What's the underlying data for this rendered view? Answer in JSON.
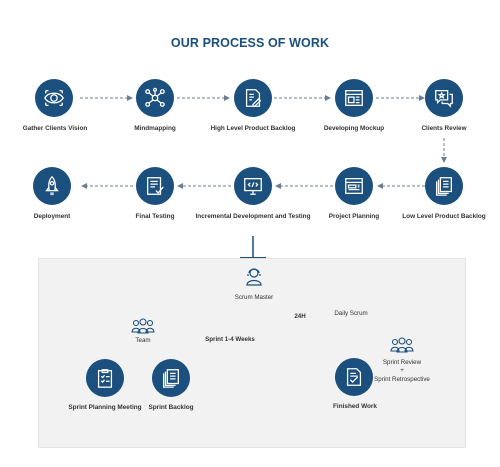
{
  "title": "OUR PROCESS OF WORK",
  "colors": {
    "primary": "#1a4f7e",
    "panel": "#f2f2f2",
    "arrow": "#6c7f92",
    "text": "#333333"
  },
  "row1": [
    {
      "label": "Gather Clients Vision",
      "icon": "eye-icon"
    },
    {
      "label": "Mindmapping",
      "icon": "mindmap-icon"
    },
    {
      "label": "High Level Product Backlog",
      "icon": "document-pen-icon"
    },
    {
      "label": "Developing Mockup",
      "icon": "browser-mockup-icon"
    },
    {
      "label": "Clients Review",
      "icon": "review-chat-icon"
    }
  ],
  "row2": [
    {
      "label": "Deployment",
      "icon": "rocket-icon"
    },
    {
      "label": "Final Testing",
      "icon": "checklist-icon"
    },
    {
      "label": "Incremental Development and Testing",
      "icon": "code-monitor-icon"
    },
    {
      "label": "Project Planning",
      "icon": "planning-browser-icon"
    },
    {
      "label": "Low Level Product Backlog",
      "icon": "stacked-documents-icon"
    }
  ],
  "scrum": {
    "scrum_master": "Scrum Master",
    "team": "Team",
    "sprint_planning": "Sprint Planning Meeting",
    "sprint_backlog": "Sprint Backlog",
    "sprint": "Sprint 1-4 Weeks",
    "daily_h": "24H",
    "daily_scrum": "Daily Scrum",
    "finished_work": "Finished Work",
    "sprint_review": "Sprint Review",
    "plus": "+",
    "sprint_retro": "Sprint Retrospective"
  }
}
